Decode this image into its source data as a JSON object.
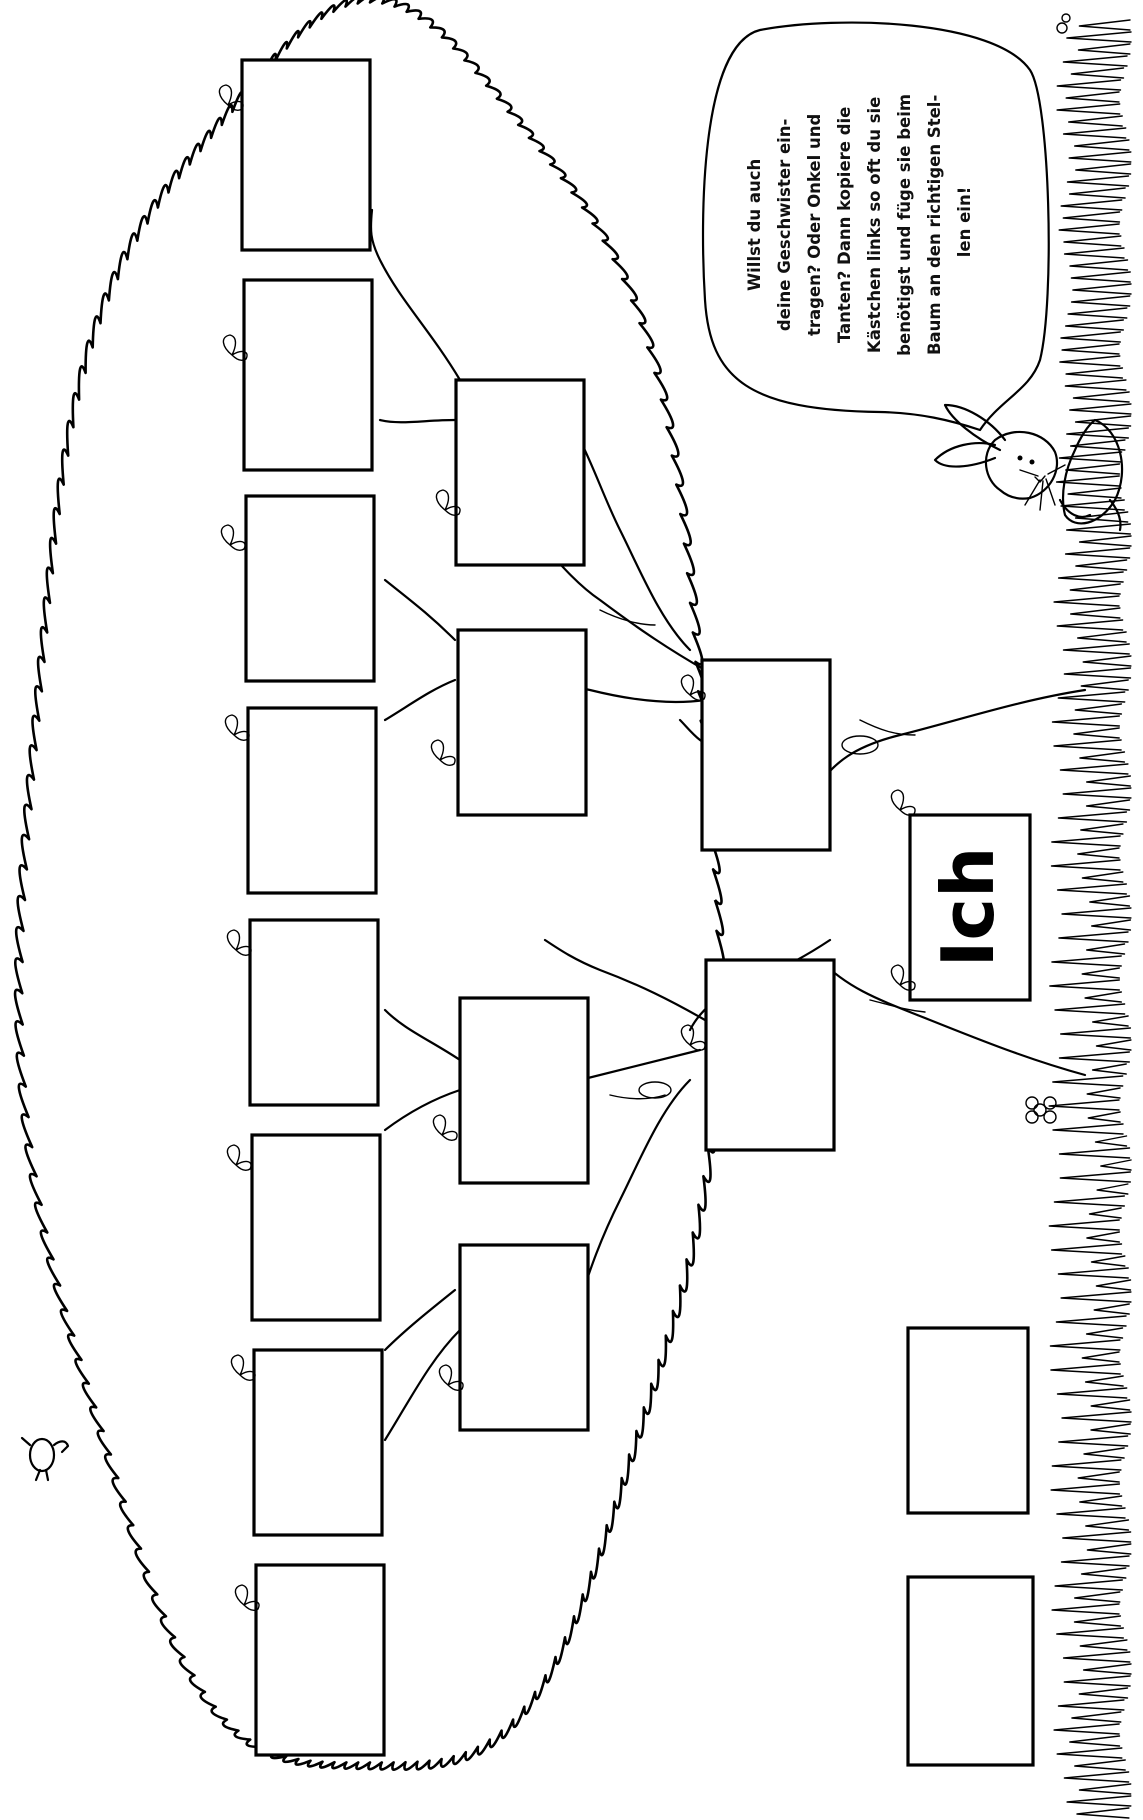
{
  "center_label": "Ich",
  "speech_bubble": {
    "lines": [
      "Willst du auch",
      "deine Geschwister ein-",
      "tragen? Oder Onkel und",
      "Tanten? Dann kopiere die",
      "Kästchen links so oft du sie",
      "benötigst und füge sie beim",
      "Baum an den richtigen Stel-",
      "len ein!"
    ]
  },
  "boxes": {
    "great_grandparents": [
      "",
      "",
      "",
      "",
      "",
      "",
      "",
      ""
    ],
    "grandparents": [
      "",
      "",
      "",
      ""
    ],
    "parents": [
      "",
      ""
    ],
    "extra_relatives": [
      "",
      ""
    ]
  }
}
